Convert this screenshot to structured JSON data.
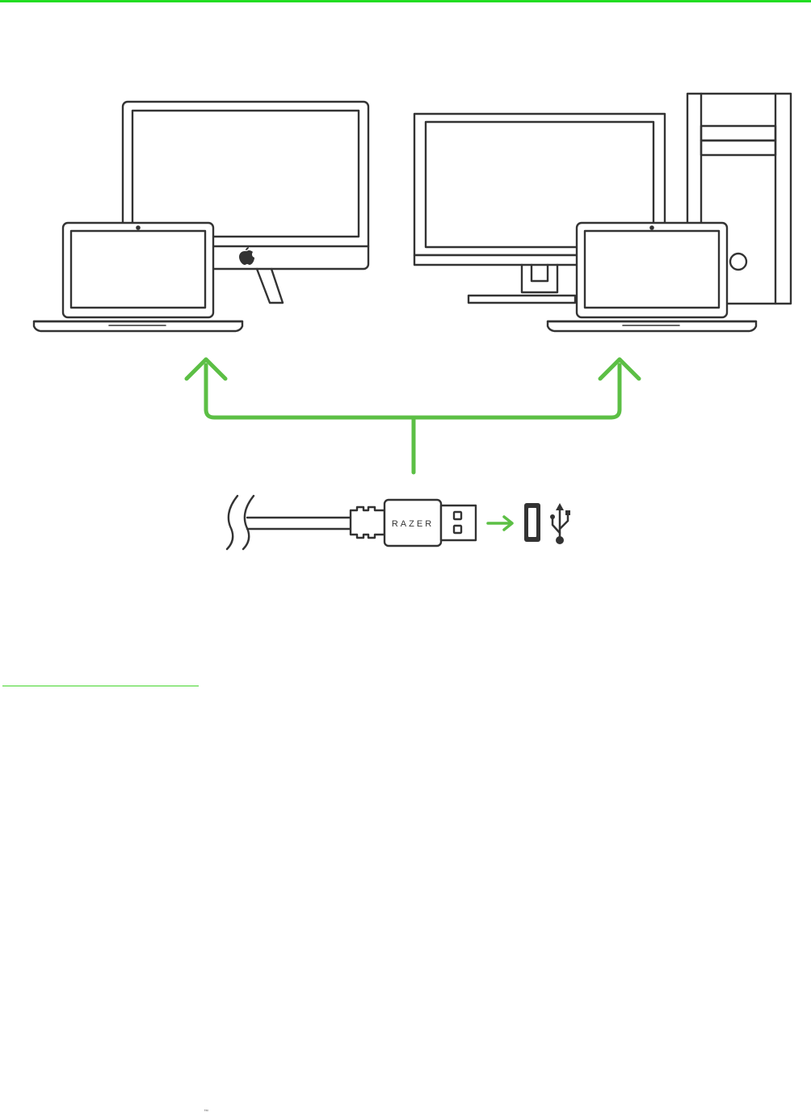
{
  "colors": {
    "top_bar": "#22dd22",
    "arrow_green": "#5cbf45",
    "rule_green": "#44d62c",
    "line_art": "#333333"
  },
  "illustration": {
    "cable_brand": "RAZER",
    "devices": [
      "imac-desktop",
      "macbook-laptop",
      "pc-monitor",
      "pc-tower",
      "windows-laptop"
    ],
    "icons": [
      "usb-port-icon",
      "usb-symbol-icon",
      "apple-logo-icon"
    ]
  },
  "footer": {
    "trademark": "™"
  }
}
